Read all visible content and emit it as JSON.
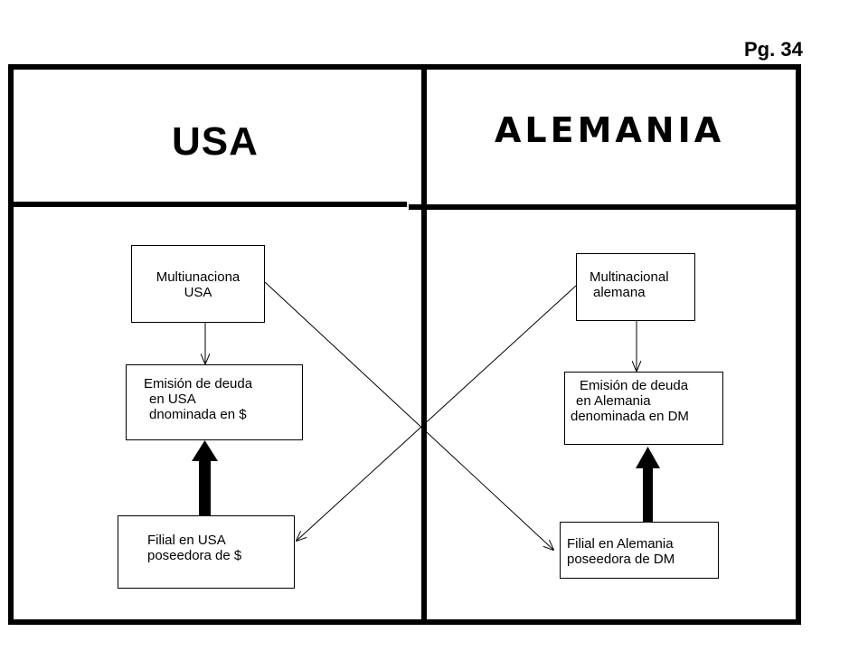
{
  "page_number": "Pg. 34",
  "headings": {
    "left": "USA",
    "right": "ALEMANIA"
  },
  "boxes": {
    "multinational_usa": [
      "Multiunaciona",
      "USA"
    ],
    "debt_usa": [
      "Emisión de deuda",
      "en USA",
      "dnominada en $"
    ],
    "subsidiary_usa": [
      "Filial en USA",
      "poseedora de $"
    ],
    "multinational_germany": [
      "Multinacional",
      "alemana"
    ],
    "debt_germany": [
      "Emisión de deuda",
      "en Alemania",
      "denominada en DM"
    ],
    "subsidiary_germany": [
      "Filial en Alemania",
      "poseedora de DM"
    ]
  }
}
